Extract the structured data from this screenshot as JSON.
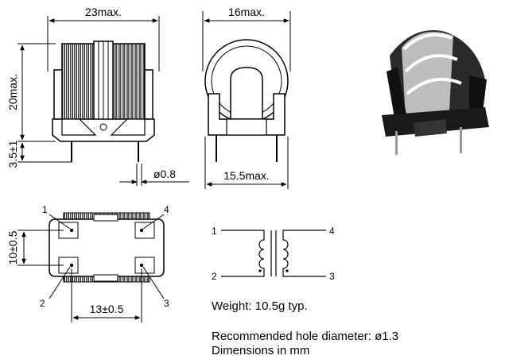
{
  "dimensions": {
    "width_top": "23max.",
    "height_left": "20max.",
    "lead_length": "3.5±1",
    "lead_diameter": "ø0.8",
    "width_side": "16max.",
    "base_side": "15.5max.",
    "pitch_vertical": "10±0.5",
    "pitch_horizontal": "13±0.5"
  },
  "pins": {
    "p1": "1",
    "p2": "2",
    "p3": "3",
    "p4": "4"
  },
  "schematic": {
    "p1": "1",
    "p2": "2",
    "p3": "3",
    "p4": "4"
  },
  "notes": {
    "weight": "Weight: 10.5g typ.",
    "hole": "Recommended hole diameter: ø1.3",
    "units": "Dimensions in mm"
  },
  "colors": {
    "line": "#000000",
    "body_dark": "#222222",
    "winding": "#8a8a8a"
  }
}
